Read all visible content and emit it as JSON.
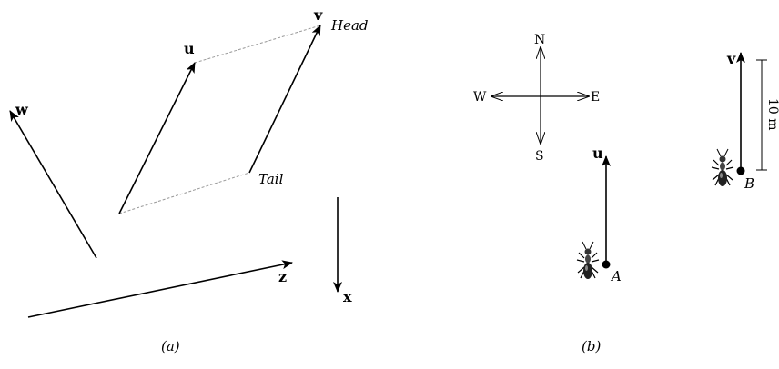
{
  "panel_a": {
    "caption": "(a)",
    "vectors": {
      "u": "u",
      "v": "v",
      "w": "w",
      "x": "x",
      "z": "z"
    },
    "head_label": "Head",
    "tail_label": "Tail"
  },
  "panel_b": {
    "caption": "(b)",
    "compass": {
      "north": "N",
      "south": "S",
      "east": "E",
      "west": "W"
    },
    "vectors": {
      "u": "u",
      "v": "v"
    },
    "points": {
      "a": "A",
      "b": "B"
    },
    "length_label": "10 m",
    "icons": [
      "ant-icon",
      "ant-icon"
    ]
  },
  "colors": {
    "ink": "#000000",
    "dashed": "#999999"
  }
}
